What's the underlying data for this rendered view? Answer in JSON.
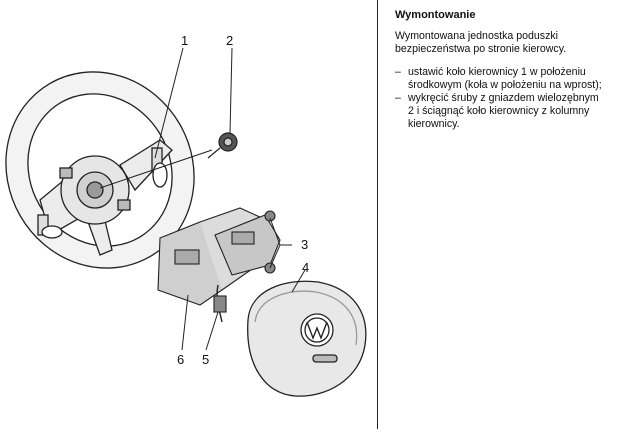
{
  "figure": {
    "callouts": [
      "1",
      "2",
      "3",
      "4",
      "5",
      "6"
    ],
    "vw_logo_icon": "vw-logo-icon"
  },
  "text": {
    "title": "Wymontowanie",
    "intro": "Wymontowana jednostka poduszki bezpieczeństwa po stronie kierowcy.",
    "steps": [
      "ustawić koło kierownicy 1 w położeniu środkowym (koła w położeniu na wprost);",
      "wykręcić śruby z gniazdem wielozębnym 2 i ściągnąć koło kierownicy z kolumny kierownicy."
    ],
    "dash": "–"
  }
}
